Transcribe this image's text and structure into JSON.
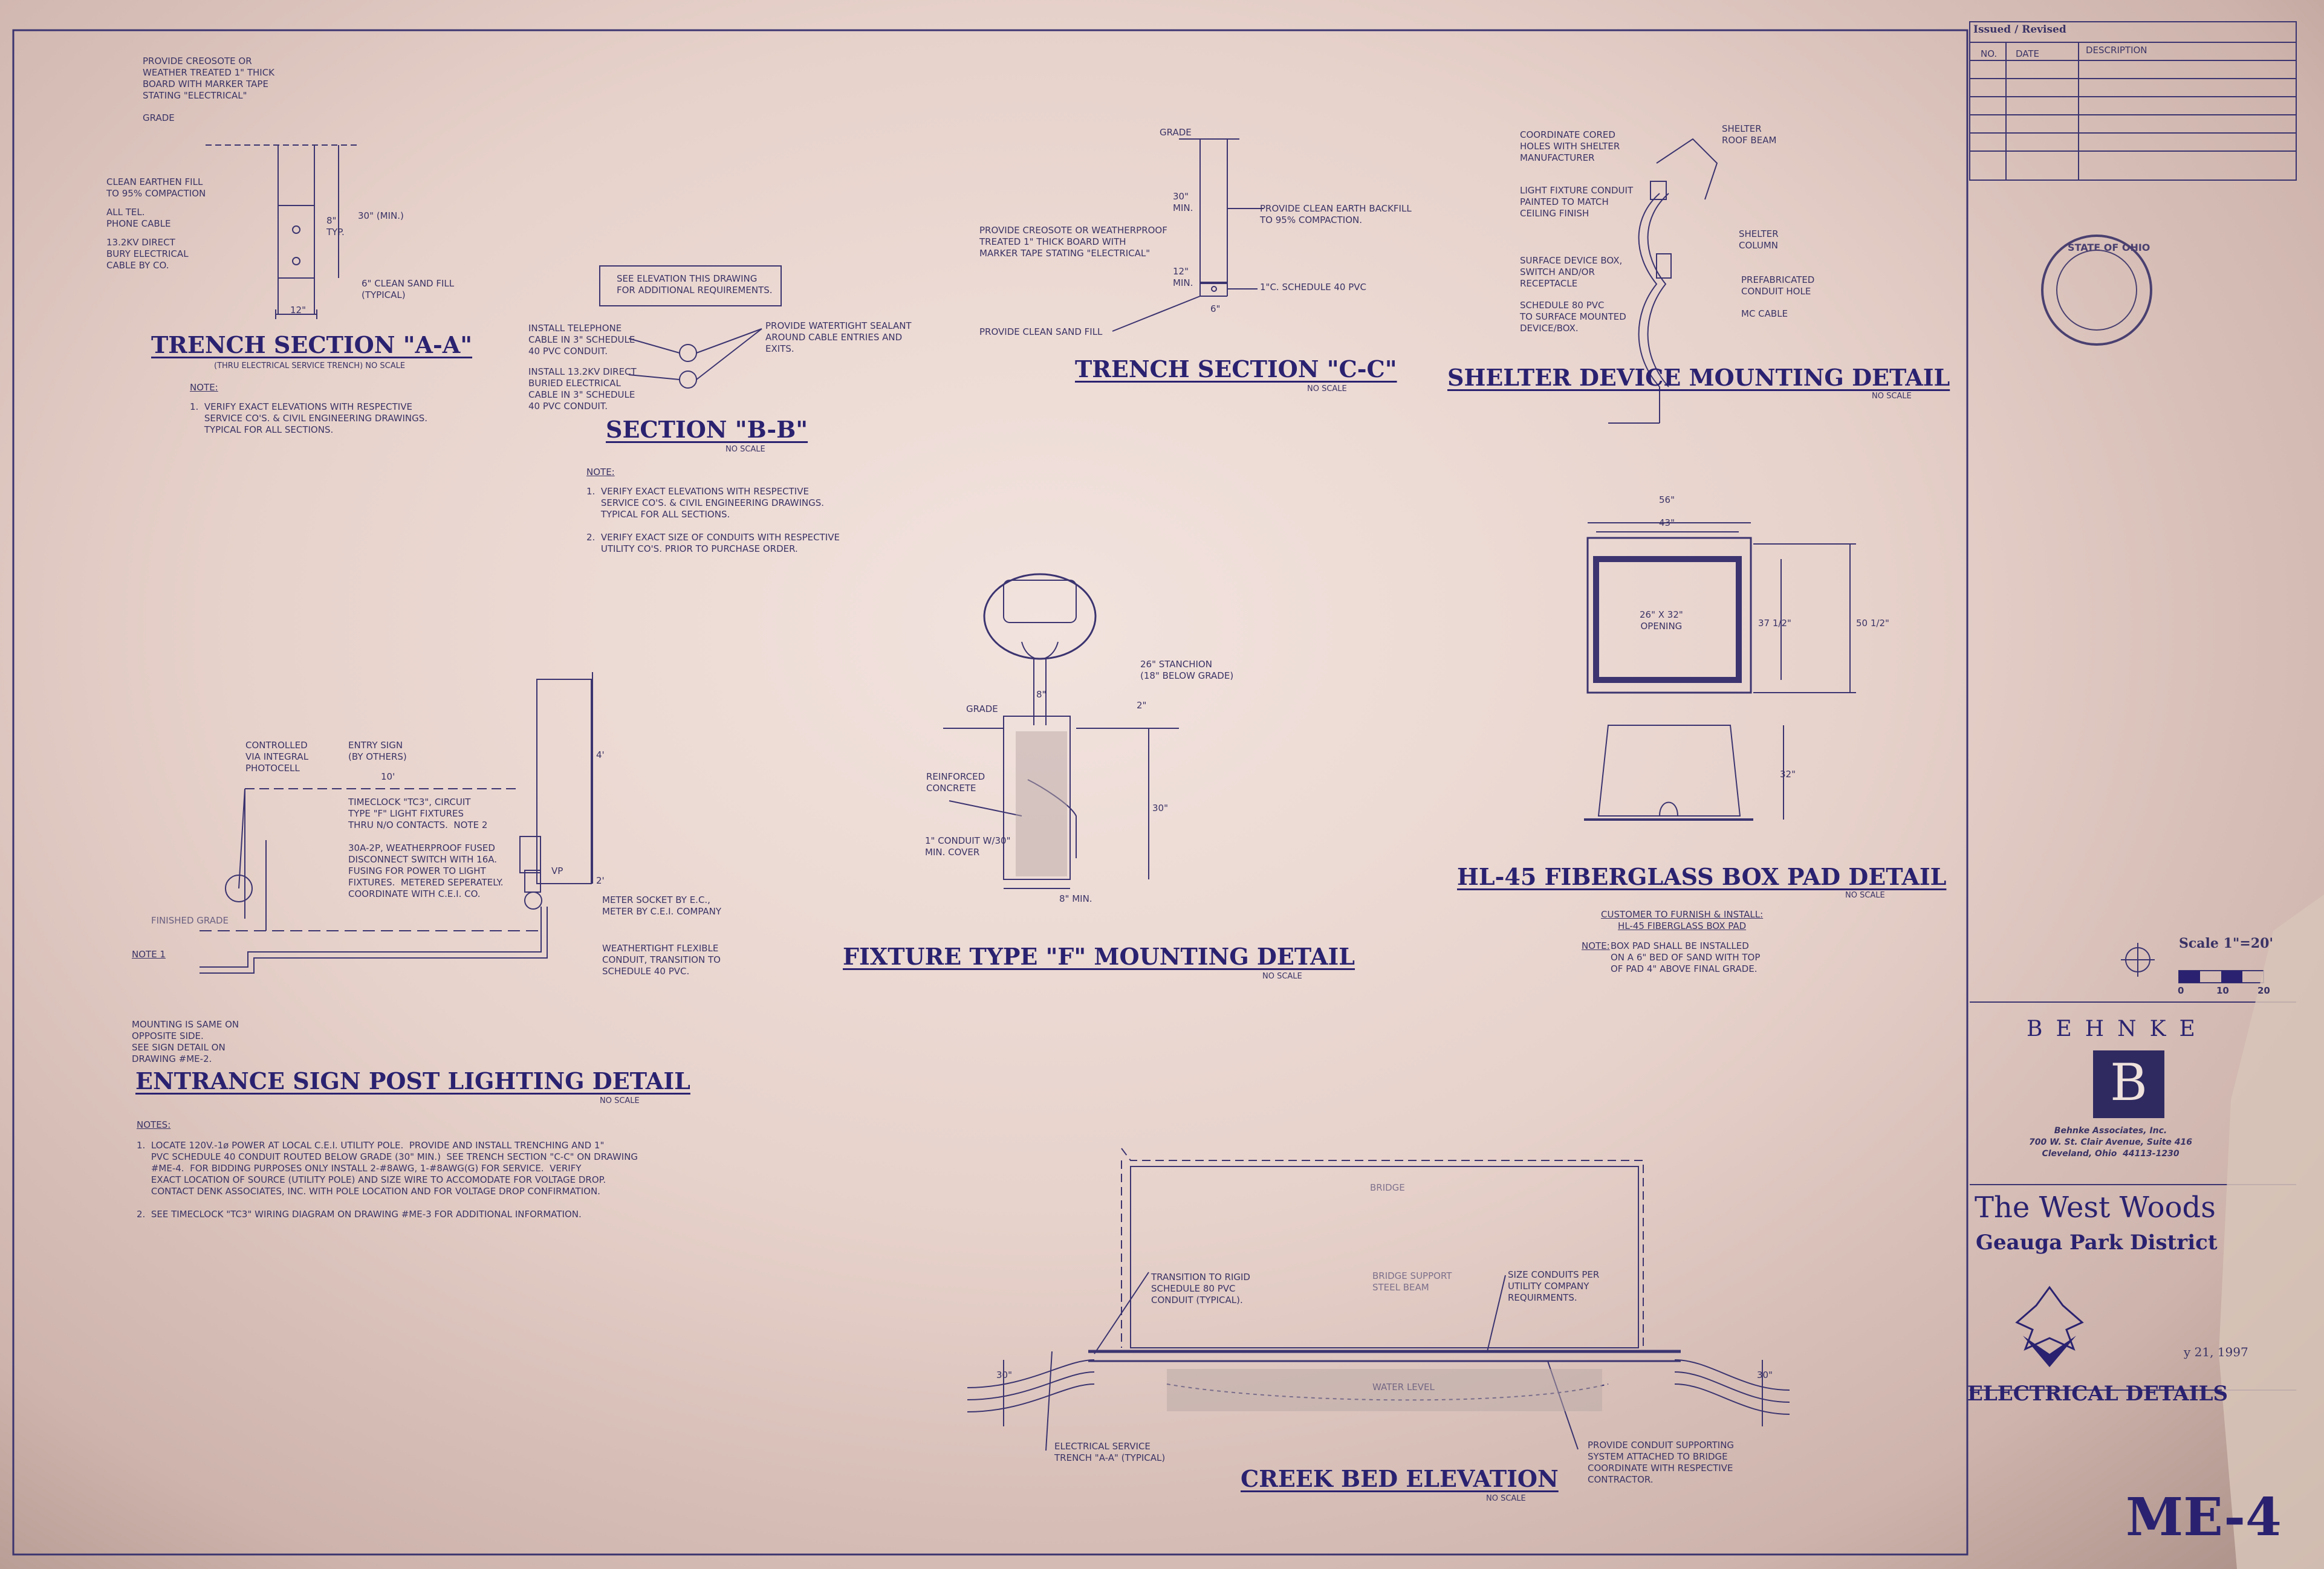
{
  "trench_aa": {
    "title": "TRENCH SECTION \"A-A\"",
    "subtitle": "(THRU ELECTRICAL SERVICE TRENCH)  NO SCALE",
    "labels": [
      "PROVIDE CREOSOTE OR\nWEATHER TREATED 1\" THICK\nBOARD WITH MARKER TAPE\nSTATING \"ELECTRICAL\"",
      "GRADE",
      "CLEAN EARTHEN FILL\nTO 95% COMPACTION",
      "ALL TEL.\nPHONE CABLE",
      "13.2KV DIRECT\nBURY ELECTRICAL\nCABLE BY CO.",
      "30\" (MIN.)",
      "8\"\nTYP.",
      "6\" CLEAN SAND FILL\n(TYPICAL)",
      "12\""
    ],
    "note_head": "NOTE:",
    "note": "1.  VERIFY EXACT ELEVATIONS WITH RESPECTIVE\n     SERVICE CO'S. & CIVIL ENGINEERING DRAWINGS.\n     TYPICAL FOR ALL SECTIONS."
  },
  "section_bb": {
    "title": "SECTION \"B-B\"",
    "noscale": "NO SCALE",
    "box": "SEE ELEVATION THIS DRAWING\nFOR ADDITIONAL REQUIREMENTS.",
    "labels": [
      "INSTALL TELEPHONE\nCABLE IN 3\" SCHEDULE\n40 PVC CONDUIT.",
      "PROVIDE WATERTIGHT SEALANT\nAROUND CABLE ENTRIES AND\nEXITS.",
      "INSTALL 13.2KV DIRECT\nBURIED ELECTRICAL\nCABLE IN 3\" SCHEDULE\n40 PVC CONDUIT."
    ],
    "note_head": "NOTE:",
    "note": "1.  VERIFY EXACT ELEVATIONS WITH RESPECTIVE\n     SERVICE CO'S. & CIVIL ENGINEERING DRAWINGS.\n     TYPICAL FOR ALL SECTIONS.\n\n2.  VERIFY EXACT SIZE OF CONDUITS WITH RESPECTIVE\n     UTILITY CO'S. PRIOR TO PURCHASE ORDER."
  },
  "trench_cc": {
    "title": "TRENCH SECTION \"C-C\"",
    "noscale": "NO SCALE",
    "labels": [
      "GRADE",
      "30\"\nMIN.",
      "PROVIDE CLEAN EARTH BACKFILL\nTO 95% COMPACTION.",
      "PROVIDE CREOSOTE OR WEATHERPROOF\nTREATED 1\" THICK BOARD WITH\nMARKER TAPE STATING \"ELECTRICAL\"",
      "12\"\nMIN.",
      "1\"C. SCHEDULE 40 PVC",
      "PROVIDE CLEAN SAND FILL",
      "6\""
    ]
  },
  "shelter": {
    "title": "SHELTER DEVICE MOUNTING DETAIL",
    "noscale": "NO SCALE",
    "labels": [
      "COORDINATE CORED\nHOLES WITH SHELTER\nMANUFACTURER",
      "SHELTER\nROOF BEAM",
      "LIGHT FIXTURE CONDUIT\nPAINTED TO MATCH\nCEILING FINISH",
      "SHELTER\nCOLUMN",
      "SURFACE DEVICE BOX,\nSWITCH AND/OR\nRECEPTACLE",
      "PREFABRICATED\nCONDUIT HOLE",
      "SCHEDULE 80 PVC\nTO SURFACE MOUNTED\nDEVICE/BOX.",
      "MC CABLE"
    ]
  },
  "fixture_f": {
    "title": "FIXTURE TYPE \"F\" MOUNTING DETAIL",
    "noscale": "NO SCALE",
    "labels": [
      "26\" STANCHION\n(18\" BELOW GRADE)",
      "8\"",
      "GRADE",
      "2\"",
      "REINFORCED\nCONCRETE",
      "30\"",
      "1\" CONDUIT W/30\"\nMIN. COVER",
      "8\" MIN."
    ]
  },
  "hl45": {
    "title": "HL-45 FIBERGLASS BOX PAD DETAIL",
    "noscale": "NO SCALE",
    "labels": [
      "56\"",
      "43\"",
      "26\" X 32\"\nOPENING",
      "37 1/2\"",
      "50 1/2\"",
      "32\""
    ],
    "customer": "CUSTOMER TO FURNISH & INSTALL:\nHL-45 FIBERGLASS BOX PAD",
    "note_head": "NOTE:",
    "note": "BOX PAD SHALL BE INSTALLED\nON A 6\" BED OF SAND WITH TOP\nOF PAD 4\" ABOVE FINAL GRADE."
  },
  "entrance": {
    "title": "ENTRANCE SIGN POST LIGHTING DETAIL",
    "noscale": "NO SCALE",
    "labels": [
      "CONTROLLED\nVIA INTEGRAL\nPHOTOCELL",
      "ENTRY SIGN\n(BY OTHERS)",
      "4'",
      "10'",
      "TIMECLOCK \"TC3\", CIRCUIT\nTYPE \"F\" LIGHT FIXTURES\nTHRU N/O CONTACTS.  NOTE 2",
      "30A-2P, WEATHERPROOF FUSED\nDISCONNECT SWITCH WITH 16A.\nFUSING FOR POWER TO LIGHT\nFIXTURES.  METERED SEPERATELY.\nCOORDINATE WITH C.E.I. CO.",
      "2'",
      "VP",
      "METER SOCKET BY E.C.,\nMETER BY C.E.I. COMPANY",
      "FINISHED GRADE",
      "NOTE 1",
      "WEATHERTIGHT FLEXIBLE\nCONDUIT, TRANSITION TO\nSCHEDULE 40 PVC.",
      "MOUNTING IS SAME ON\nOPPOSITE SIDE.\nSEE SIGN DETAIL ON\nDRAWING #ME-2."
    ],
    "note_head": "NOTES:",
    "note": "1.  LOCATE 120V.-1ø POWER AT LOCAL C.E.I. UTILITY POLE.  PROVIDE AND INSTALL TRENCHING AND 1\"\n     PVC SCHEDULE 40 CONDUIT ROUTED BELOW GRADE (30\" MIN.)  SEE TRENCH SECTION \"C-C\" ON DRAWING\n     #ME-4.  FOR BIDDING PURPOSES ONLY INSTALL 2-#8AWG, 1-#8AWG(G) FOR SERVICE.  VERIFY\n     EXACT LOCATION OF SOURCE (UTILITY POLE) AND SIZE WIRE TO ACCOMODATE FOR VOLTAGE DROP.\n     CONTACT DENK ASSOCIATES, INC. WITH POLE LOCATION AND FOR VOLTAGE DROP CONFIRMATION.\n\n2.  SEE TIMECLOCK \"TC3\" WIRING DIAGRAM ON DRAWING #ME-3 FOR ADDITIONAL INFORMATION."
  },
  "creek": {
    "title": "CREEK BED ELEVATION",
    "noscale": "NO SCALE",
    "labels": [
      "BRIDGE",
      "TRANSITION TO RIGID\nSCHEDULE 80 PVC\nCONDUIT (TYPICAL).",
      "BRIDGE SUPPORT\nSTEEL BEAM",
      "SIZE CONDUITS PER\nUTILITY COMPANY\nREQUIRMENTS.",
      "WATER LEVEL",
      "30\"",
      "30\"",
      "ELECTRICAL SERVICE\nTRENCH \"A-A\" (TYPICAL)",
      "PROVIDE CONDUIT SUPPORTING\nSYSTEM ATTACHED TO BRIDGE\nCOORDINATE WITH RESPECTIVE\nCONTRACTOR."
    ]
  },
  "title_block": {
    "issued": "Issued / Revised",
    "col_no": "NO.",
    "col_date": "DATE",
    "col_desc": "DESCRIPTION",
    "seal": "STATE OF OHIO",
    "scale": "Scale 1\"=20'",
    "scale_ticks": [
      "0",
      "10",
      "20"
    ],
    "firm": "BEHNKE",
    "firm_letter": "B",
    "firm_info": "Behnke Associates, Inc.\n700 W. St. Clair Avenue, Suite 416\nCleveland, Ohio  44113-1230",
    "project": "The West Woods",
    "client": "Geauga Park District",
    "date": "y 21, 1997",
    "sheet_title": "ELECTRICAL DETAILS",
    "sheet_no": "ME-4"
  }
}
